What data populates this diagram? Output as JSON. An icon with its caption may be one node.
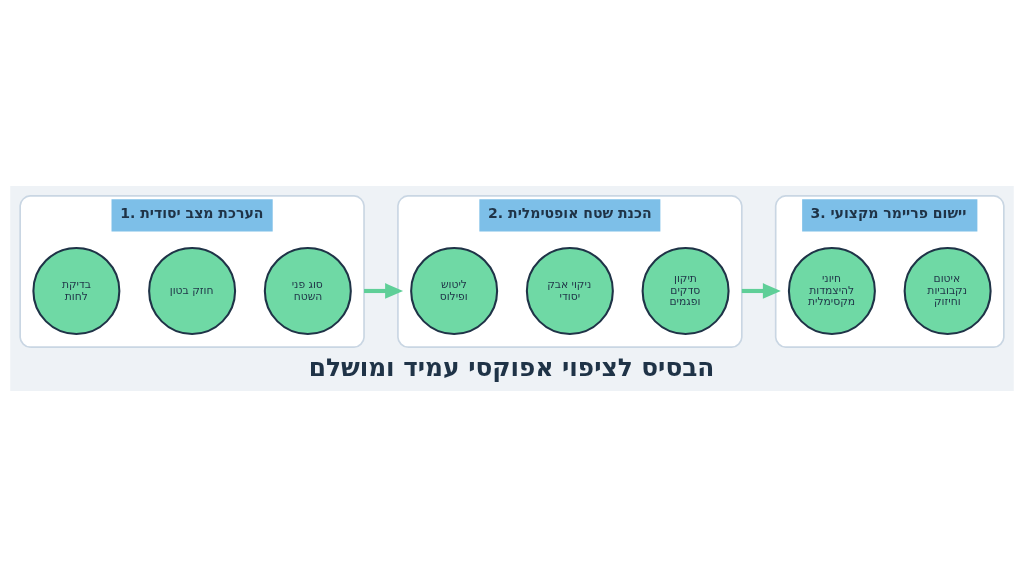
{
  "diagram": {
    "title": "הבסיס לציפוי אפוקסי עמיד ומושלם",
    "nodes": [
      {
        "text": [
          "1. הערכת מצב יסודית"
        ]
      },
      {
        "text": [
          "סוג פני השטח"
        ],
        "in": 0
      },
      {
        "text": [
          "חוזק בטון"
        ],
        "in": 0
      },
      {
        "text": [
          "בדיקת לחות"
        ],
        "in": 0
      },
      {
        "text": [
          "2. הכנת שטח אופטימלית"
        ]
      },
      {
        "text": [
          "תיקון סדקים ופגמים"
        ],
        "in": 4
      },
      {
        "text": [
          "ניקוי אבק יסודי"
        ],
        "in": 4
      },
      {
        "text": [
          "ליטוש ופילוס"
        ],
        "in": 4
      },
      {
        "text": [
          "3. יישום פריימר מקצועי"
        ]
      },
      {
        "text": [
          "איטום נקבוביות וחיזוק"
        ],
        "in": 8
      },
      {
        "text": [
          "חיוני להיצמדות מקסימלית"
        ],
        "in": 8
      }
    ],
    "edges": [
      {
        "from": 0,
        "to": 4,
        "arrow": "to"
      },
      {
        "from": 4,
        "to": 8,
        "arrow": "to"
      }
    ]
  }
}
